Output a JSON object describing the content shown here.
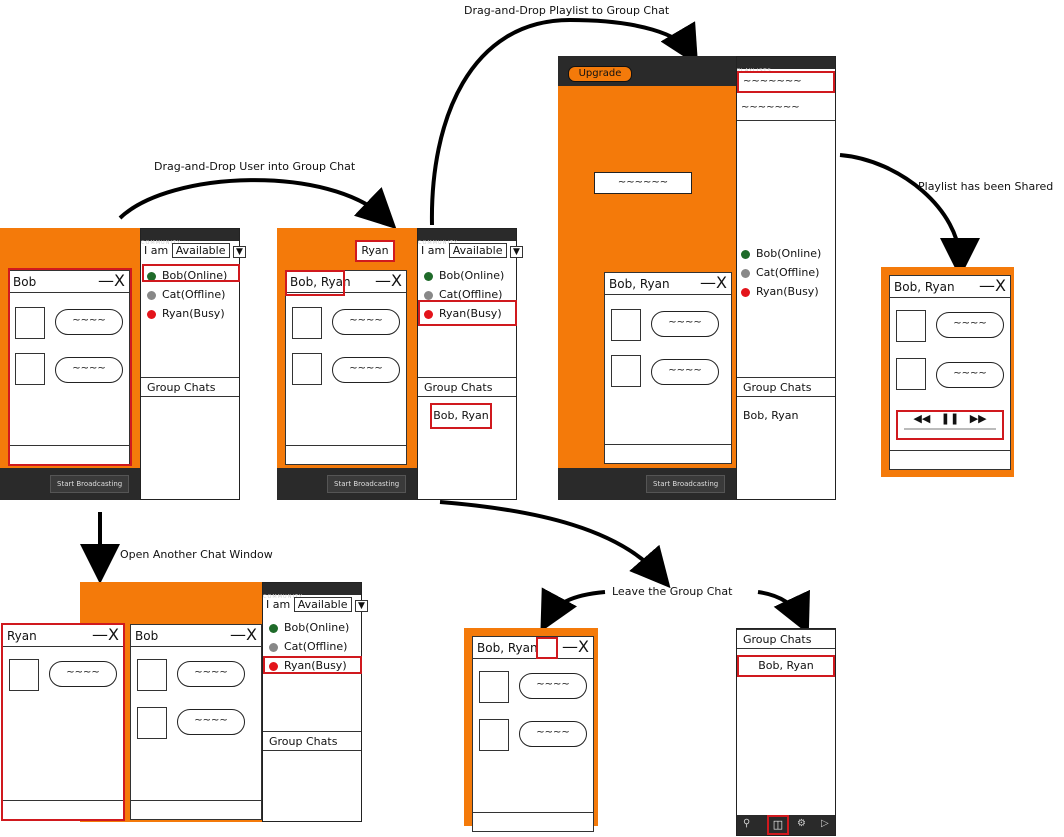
{
  "annotations": {
    "drag_user": "Drag-and-Drop User into Group Chat",
    "drag_playlist": "Drag-and-Drop Playlist to Group Chat",
    "playlist_shared": "Playlist has been Shared",
    "open_another": "Open Another Chat Window",
    "leave_group": "Leave the Group Chat"
  },
  "community": {
    "header": "COMMUNITY",
    "i_am": "I am",
    "status": "Available",
    "users": [
      {
        "name": "Bob(Online)",
        "status_color": "#1f6b2a"
      },
      {
        "name": "Cat(Offline)",
        "status_color": "#888888"
      },
      {
        "name": "Ryan(Busy)",
        "status_color": "#e3141b"
      }
    ],
    "group_chats_label": "Group Chats",
    "group_chat_item": "Bob, Ryan"
  },
  "chat": {
    "bob_title": "Bob",
    "group_title": "Bob, Ryan",
    "ryan_title": "Ryan",
    "bubble_text": "~~~~",
    "close": "X",
    "minimize": "—"
  },
  "drag_token_user": "Ryan",
  "broadcast": "Start Broadcasting",
  "upgrade": "Upgrade",
  "playlists_header": "PLAYLISTS",
  "playlist_item": "~~~~~~~",
  "playlist_drag_token": "~~~~~~",
  "colors": {
    "accent": "#f47a0a",
    "highlight": "#d0191e",
    "dark": "#2a2a2a"
  }
}
